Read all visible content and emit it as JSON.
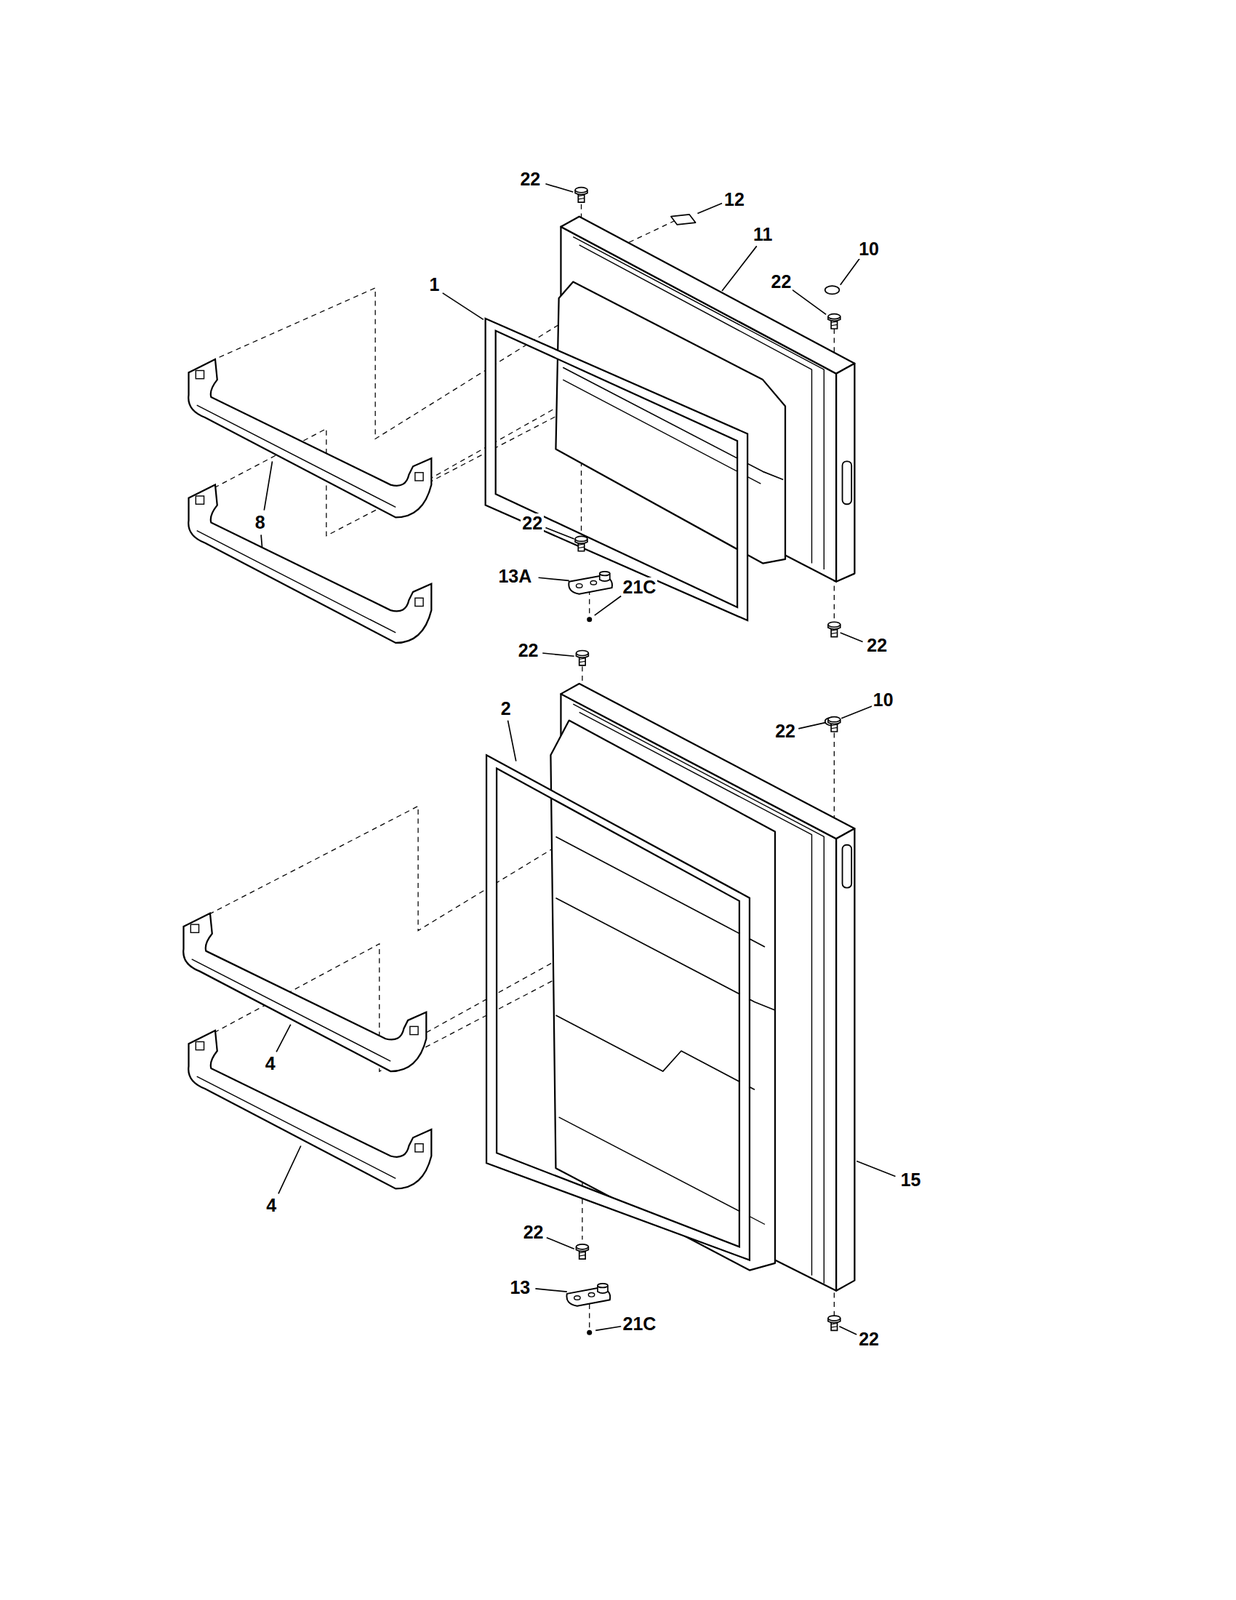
{
  "diagram": {
    "labels": [
      "22",
      "12",
      "11",
      "10",
      "1",
      "22",
      "8",
      "22",
      "13A",
      "21C",
      "22",
      "22",
      "2",
      "10",
      "22",
      "4",
      "15",
      "4",
      "22",
      "13",
      "21C",
      "22"
    ]
  }
}
